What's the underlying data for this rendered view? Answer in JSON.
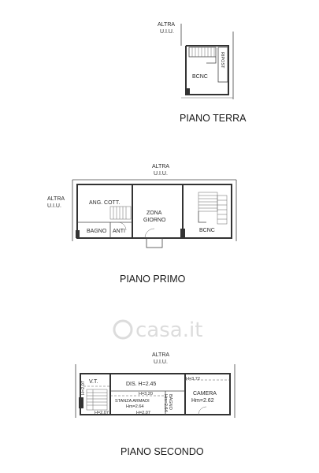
{
  "watermark": "casa.it",
  "floors": {
    "terra": {
      "title": "PIANO TERRA",
      "altra_line1": "ALTRA",
      "altra_line2": "U.I.U.",
      "rooms": {
        "bcnc": "BCNC",
        "ripost": "RIPOST"
      }
    },
    "primo": {
      "title": "PIANO PRIMO",
      "altra_top_line1": "ALTRA",
      "altra_top_line2": "U.I.U.",
      "altra_left_line1": "ALTRA",
      "altra_left_line2": "U.I.U.",
      "rooms": {
        "ang_cott": "ANG. COTT.",
        "zona": "ZONA",
        "giorno": "GIORNO",
        "bagno": "BAGNO",
        "anti": "ANTI",
        "bcnc": "BCNC"
      }
    },
    "secondo": {
      "title": "PIANO SECONDO",
      "altra_line1": "ALTRA",
      "altra_line2": "U.I.U.",
      "rooms": {
        "vt": "V.T.",
        "dis": "DIS. H=2.45",
        "h372": "H=3.72",
        "h320": "H=3.20",
        "stanza_line1": "STANZA ARMADI",
        "stanza_line2": "Hm=2.64",
        "h207a": "H=2.07",
        "h207b": "H=2.07",
        "h207c": "H=2.07",
        "bagno_line1": "BAGNO",
        "bagno_line2": "Hm=2.64",
        "camera_line1": "CAMERA",
        "camera_line2": "Hm=2.62"
      }
    }
  }
}
